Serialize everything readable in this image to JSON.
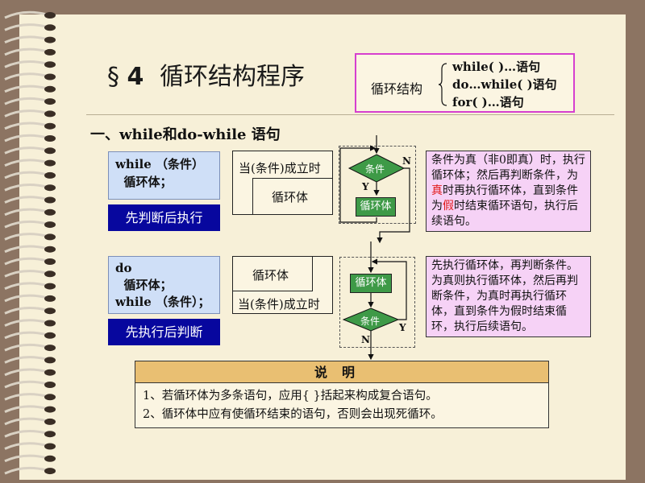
{
  "title": {
    "section_mark": "§",
    "number": "4",
    "text": "循环结构程序"
  },
  "summary": {
    "label": "循环结构",
    "items": [
      "while( )…语句",
      "do…while( )语句",
      "for( )…语句"
    ]
  },
  "subtitle": "一、while和do-while 语句",
  "while_part": {
    "code_line1": "while （条件）",
    "code_line2": "  循环体；",
    "badge": "先判断后执行",
    "ns_condition": "当(条件)成立时",
    "ns_body": "循环体",
    "flow_condition": "条件",
    "flow_body": "循环体",
    "flow_no": "N",
    "flow_yes": "Y",
    "desc_parts": [
      "条件为真（非0即真）时，执行循环体；然后再判断条件，为",
      "真",
      "时再执行循环体，直到条件为",
      "假",
      "时结束循环语句，执行后续语句。"
    ]
  },
  "dowhile_part": {
    "code_line1": "do",
    "code_line2": "  循环体；",
    "code_line3": "while （条件）；",
    "badge": "先执行后判断",
    "ns_body": "循环体",
    "ns_condition": "当(条件)成立时",
    "flow_body": "循环体",
    "flow_condition": "条件",
    "flow_yes": "Y",
    "flow_no": "N",
    "desc": "先执行循环体，再判断条件。为真则执行循环体，然后再判断条件，为真时再执行循环体，直到条件为假时结束循环，执行后续语句。"
  },
  "notes": {
    "header": "说明",
    "items": [
      "1、若循环体为多条语句，应用{ }括起来构成复合语句。",
      "2、循环体中应有使循环结束的语句，否则会出现死循环。"
    ]
  },
  "colors": {
    "background": "#8c7462",
    "paper": "#f7f0d8",
    "code_box": "#cfdff7",
    "badge": "#07079e",
    "flow_green": "#3e9a47",
    "desc_pink": "#f6d2f6",
    "note_header": "#e9bf72",
    "summary_border": "#d63fcf",
    "highlight_red": "#e11a1a"
  }
}
